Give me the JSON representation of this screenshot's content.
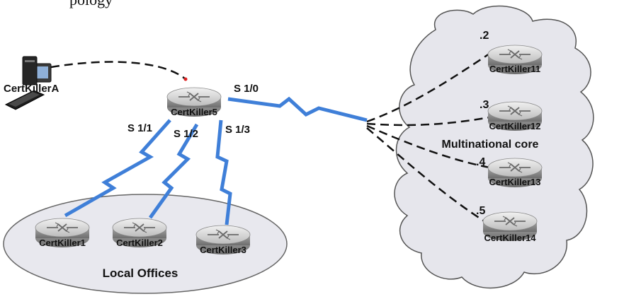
{
  "header_fragment": "pology",
  "host": {
    "name": "CertKillerA"
  },
  "core_router": {
    "name": "CertKiller5"
  },
  "interfaces": {
    "s10": "S 1/0",
    "s11": "S 1/1",
    "s12": "S 1/2",
    "s13": "S 1/3"
  },
  "local_offices": {
    "label": "Local Offices",
    "routers": [
      "CertKiller1",
      "CertKiller2",
      "CertKiller3"
    ]
  },
  "cloud": {
    "label": "Multinational core",
    "routers": [
      {
        "name": "CertKiller11",
        "addr": ".2"
      },
      {
        "name": "CertKiller12",
        "addr": ".3"
      },
      {
        "name": "CertKiller13",
        "addr": ".4"
      },
      {
        "name": "CertKiller14",
        "addr": ".5"
      }
    ]
  },
  "colors": {
    "serial_link": "#3f7fd8",
    "router_top": "#d9d9d9",
    "router_side": "#8f8f8f",
    "cloud_fill": "#e6e6ec",
    "oval_fill": "#e8e8ee"
  }
}
